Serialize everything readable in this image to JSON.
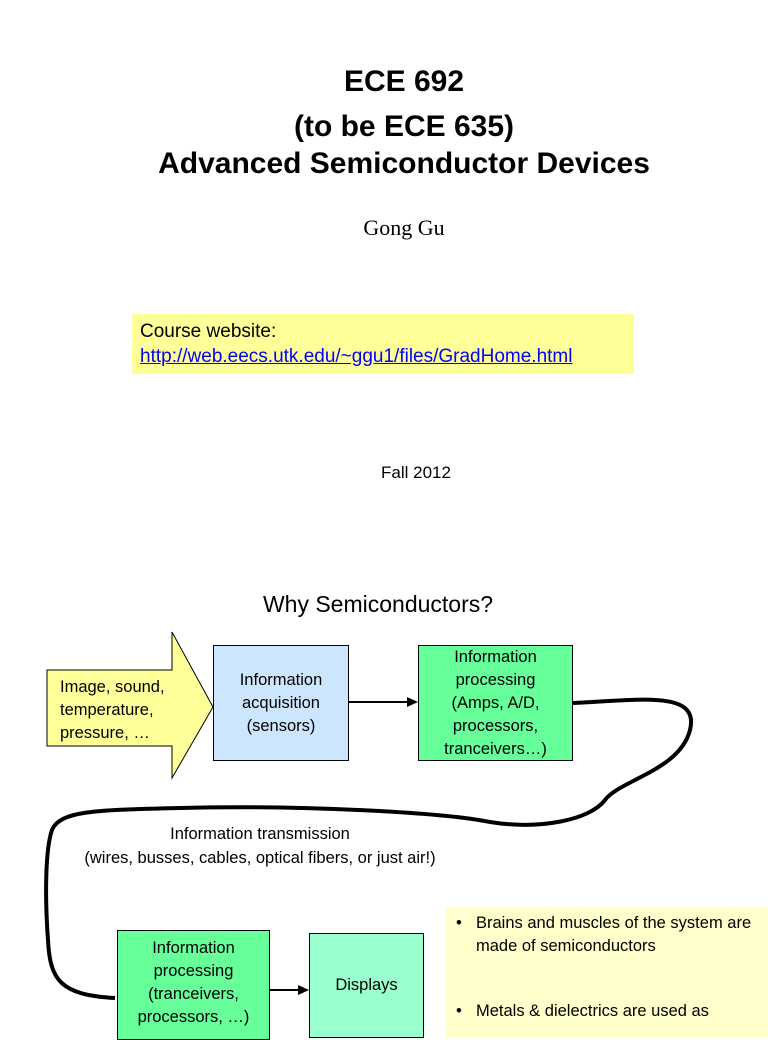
{
  "title": {
    "line1": "ECE 692",
    "line2": "(to be ECE 635)",
    "line3": "Advanced Semiconductor Devices"
  },
  "author": "Gong Gu",
  "website": {
    "label": "Course website:",
    "url": "http://web.eecs.utk.edu/~ggu1/files/GradHome.html"
  },
  "term": "Fall 2012",
  "diagram": {
    "heading": "Why Semiconductors?",
    "input_lines": [
      "Image, sound,",
      "temperature,",
      "pressure, …"
    ],
    "acquisition_lines": [
      "Information",
      "acquisition",
      "(sensors)"
    ],
    "processing1_lines": [
      "Information",
      "processing",
      "(Amps, A/D,",
      "processors,",
      "tranceivers…)"
    ],
    "transmission_lines": [
      "Information transmission",
      "(wires, busses, cables, optical fibers, or just air!)"
    ],
    "processing2_lines": [
      "Information",
      "processing",
      "(tranceivers,",
      "processors, …)"
    ],
    "displays": "Displays",
    "notes": [
      "Brains and muscles of the system are made of semiconductors",
      "Metals & dielectrics are used as"
    ],
    "colors": {
      "arrow_fill": "#ffff99",
      "acquisition_fill": "#cce6ff",
      "processing_fill": "#66ff99",
      "displays_fill": "#99ffcc",
      "note_fill": "#ffffcc",
      "website_fill": "#ffff99"
    }
  }
}
